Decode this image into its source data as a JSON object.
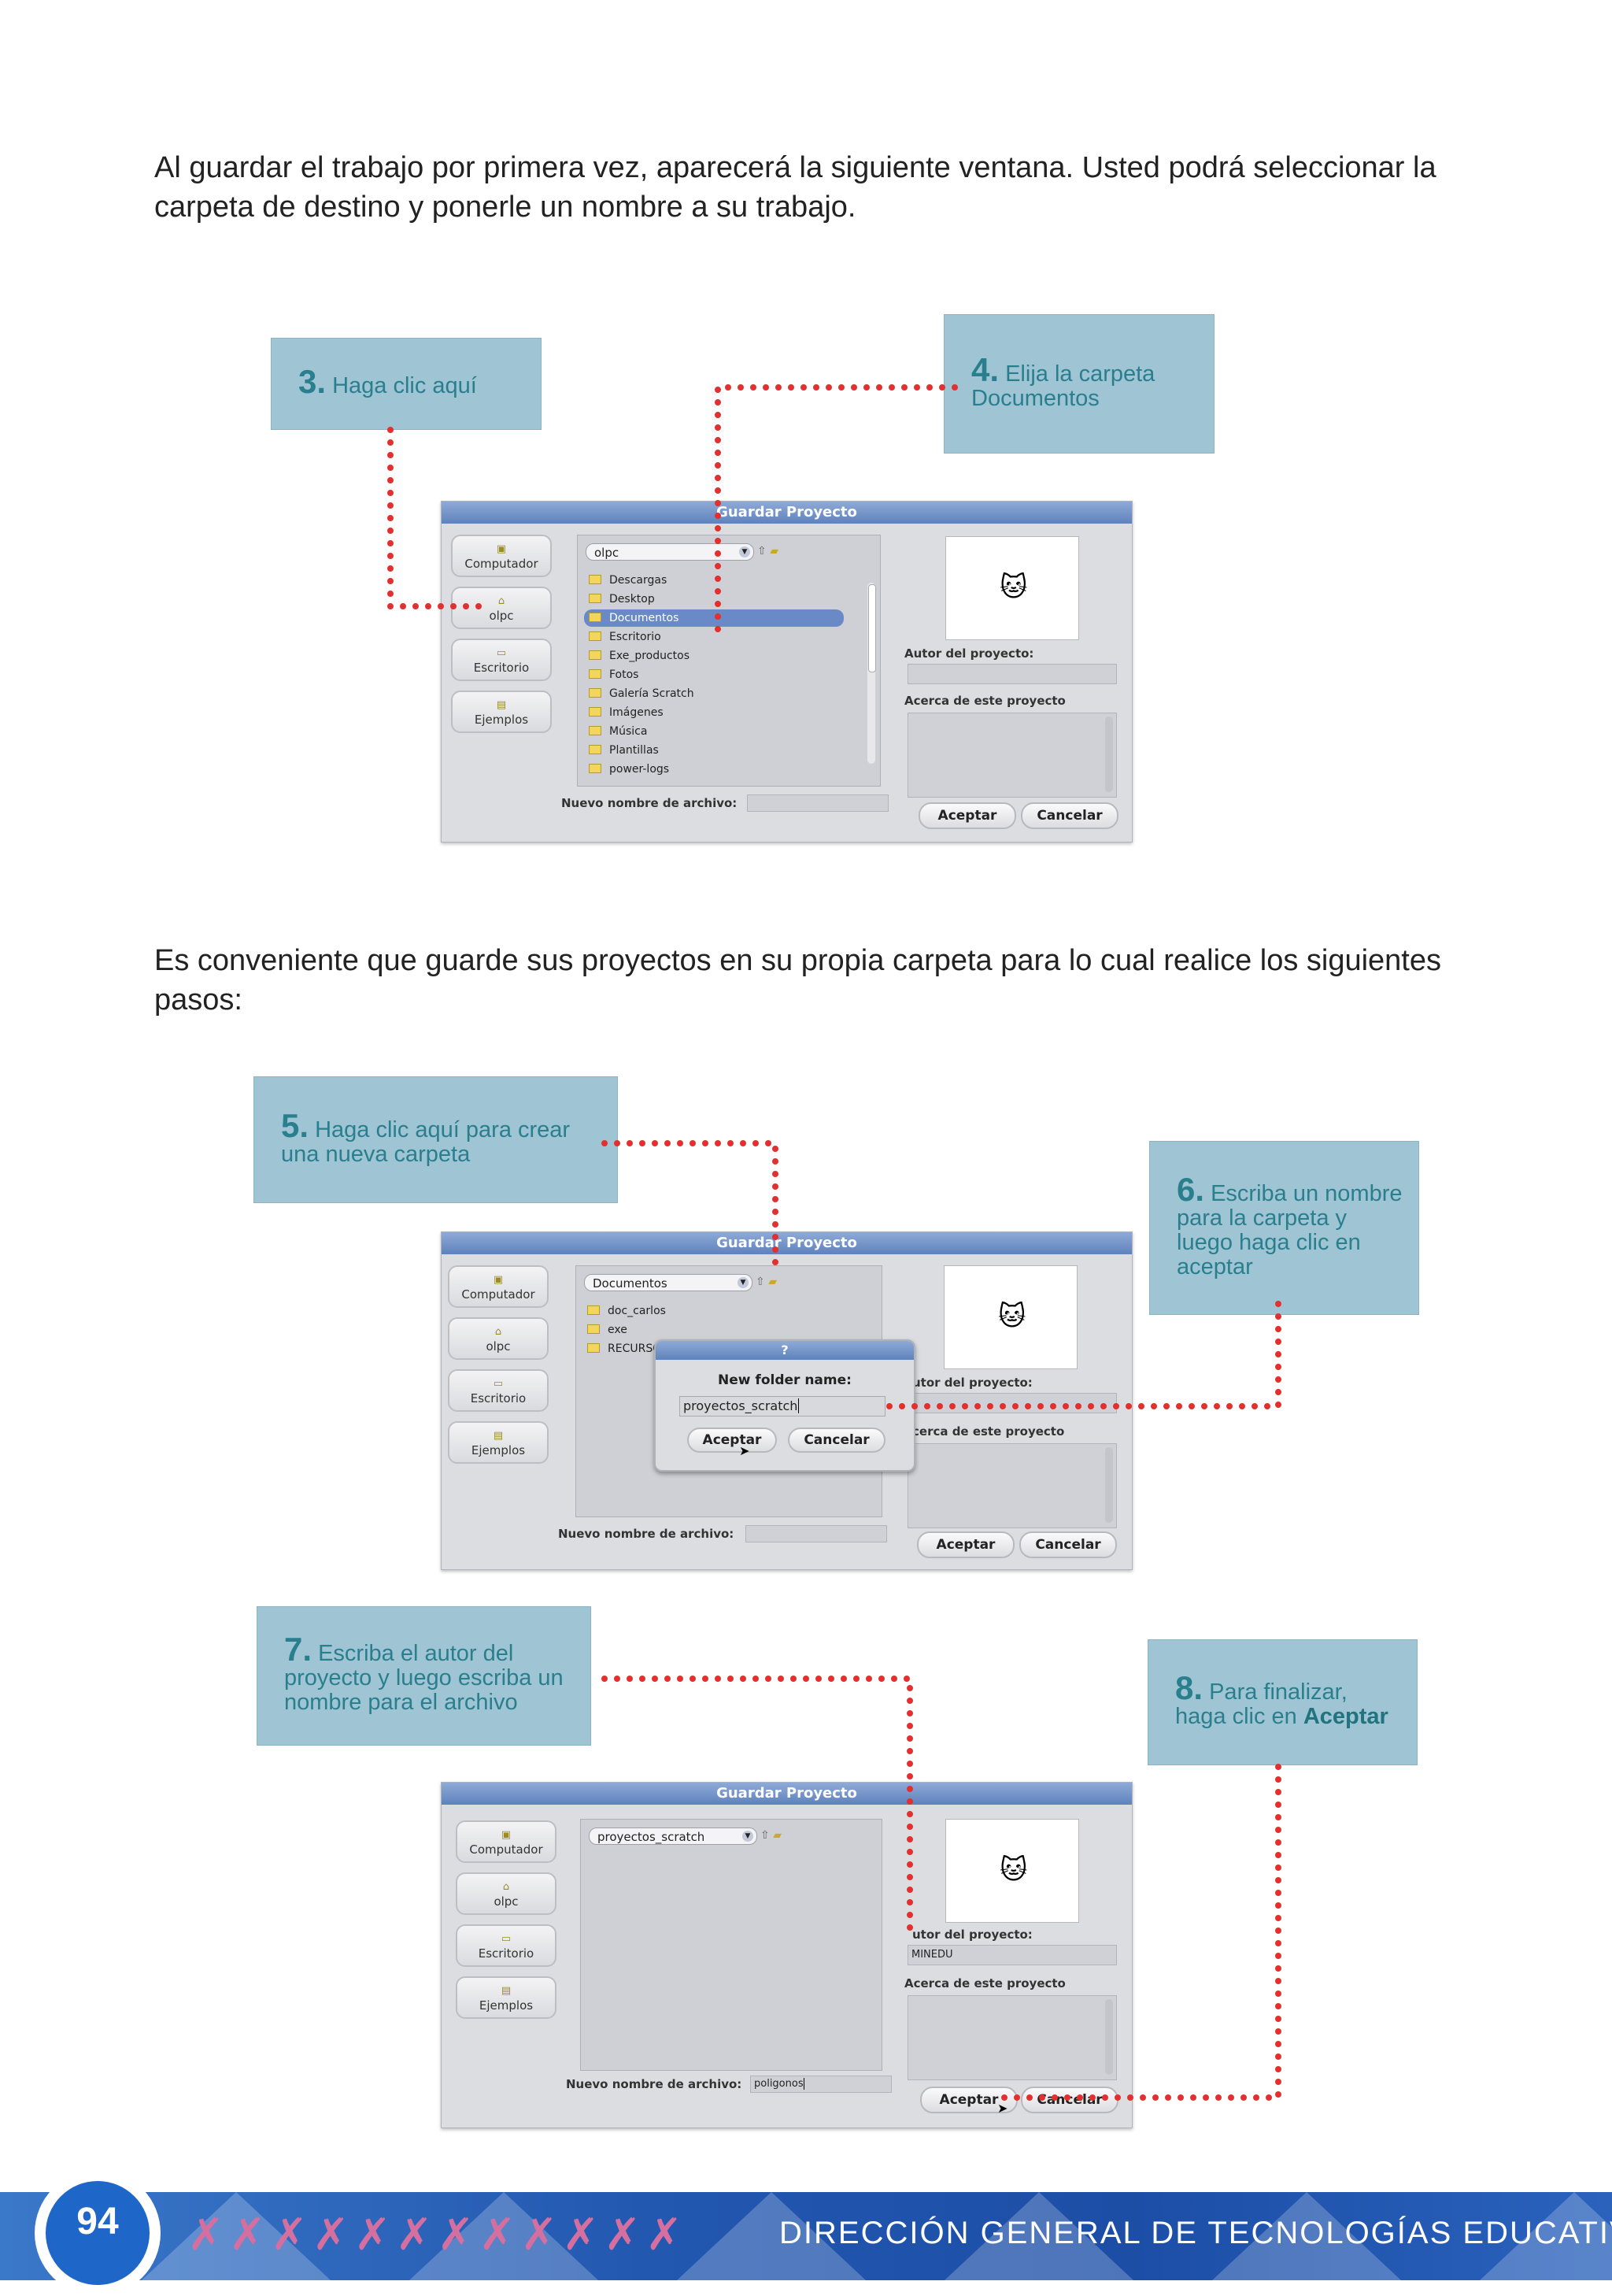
{
  "text": {
    "intro": "Al guardar el trabajo por primera vez, aparecerá la siguiente ventana. Usted podrá seleccionar la carpeta de destino y ponerle un nombre a su trabajo.",
    "middle": "Es conveniente que guarde sus proyectos en su propia carpeta para lo cual realice los siguientes pasos:"
  },
  "callouts": {
    "c3": {
      "num": "3.",
      "text": "Haga clic aquí"
    },
    "c4": {
      "num": "4.",
      "text": "Elija la carpeta Documentos"
    },
    "c5": {
      "num": "5.",
      "text": "Haga clic aquí para crear una nueva carpeta"
    },
    "c6": {
      "num": "6.",
      "text": "Escriba un nombre para la carpeta y luego haga clic en aceptar"
    },
    "c7": {
      "num": "7.",
      "text": "Escriba el autor del proyecto y luego escriba un nombre para el archivo"
    },
    "c8": {
      "num": "8.",
      "text": "Para finalizar, haga clic en",
      "bold": "Aceptar"
    }
  },
  "dialog": {
    "title": "Guardar Proyecto",
    "side": [
      "Computador",
      "olpc",
      "Escritorio",
      "Ejemplos"
    ],
    "author_label": "Autor del proyecto:",
    "about_label": "Acerca de este proyecto",
    "filename_label": "Nuevo nombre de archivo:",
    "ok": "Aceptar",
    "cancel": "Cancelar"
  },
  "dialog1": {
    "combo": "olpc",
    "files": [
      "Descargas",
      "Desktop",
      "Documentos",
      "Escritorio",
      "Exe_productos",
      "Fotos",
      "Galería Scratch",
      "Imágenes",
      "Música",
      "Plantillas",
      "power-logs"
    ],
    "selected": "Documentos"
  },
  "dialog2": {
    "combo": "Documentos",
    "files": [
      "doc_carlos",
      "exe",
      "RECURSO"
    ],
    "popup_title": "?",
    "popup_label": "New folder name:",
    "popup_value": "proyectos_scratch",
    "author_label_cut": "utor del proyecto:",
    "about_label_cut": "cerca de este proyecto"
  },
  "dialog3": {
    "combo": "proyectos_scratch",
    "author_value": "MINEDU",
    "author_label_cut": "utor del proyecto:",
    "filename_value": "poligonos"
  },
  "footer": {
    "page": "94",
    "agency": "DIRECCIÓN GENERAL DE TECNOLOGÍAS EDUCATIVAS",
    "figures": "✗✗✗✗✗✗✗✗✗✗✗✗"
  },
  "colors": {
    "callout_bg": "#9fc4d3",
    "callout_text": "#2a7f8e",
    "dots": "#e03030",
    "footer": "#2358b0"
  }
}
